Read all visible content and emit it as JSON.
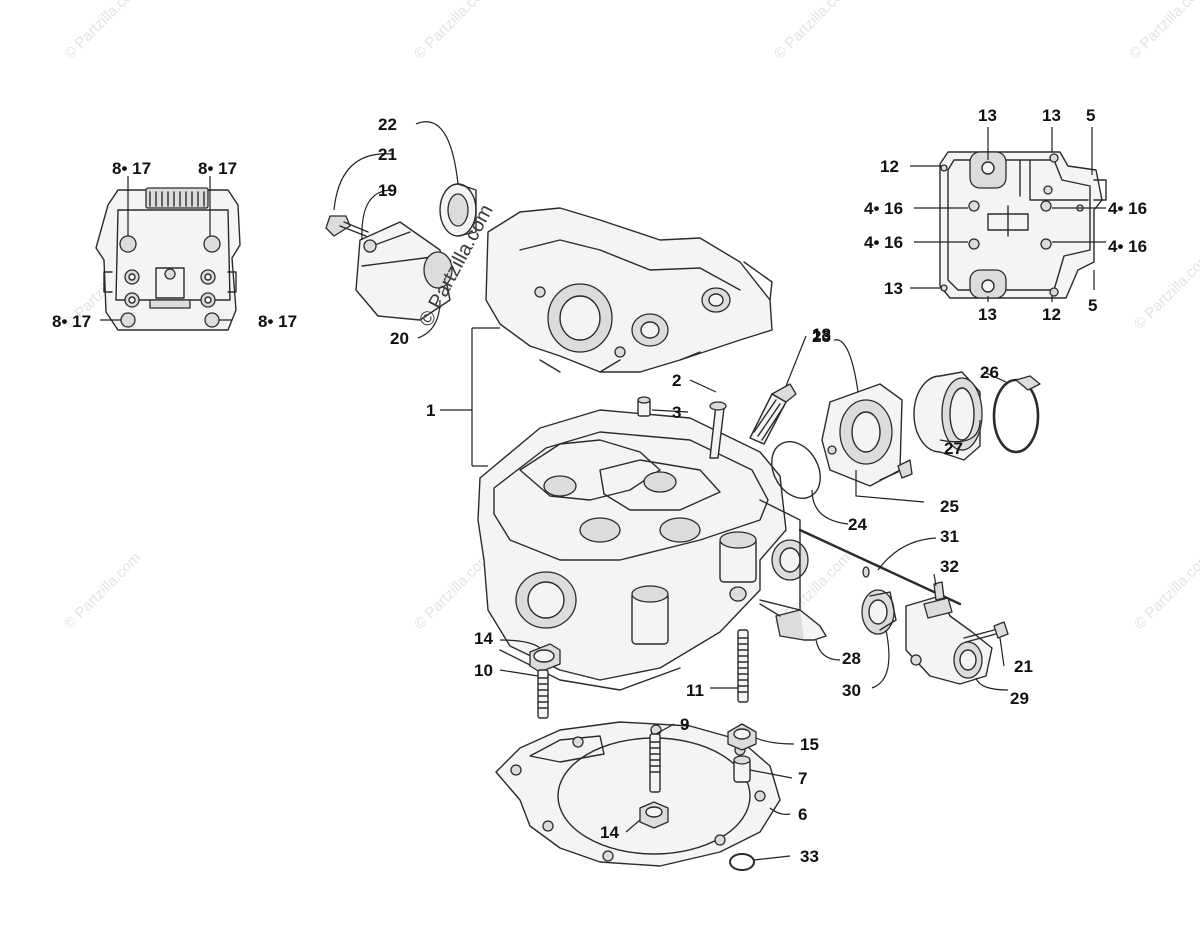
{
  "watermark": {
    "repeat_text": "© Partzilla.com",
    "main_text": "© Partzilla.com"
  },
  "callouts": {
    "c1": "1",
    "c2": "2",
    "c3": "3",
    "c5a": "5",
    "c5b": "5",
    "c6": "6",
    "c7": "7",
    "c9": "9",
    "c10": "10",
    "c11": "11",
    "c12a": "12",
    "c12b": "12",
    "c13a": "13",
    "c13b": "13",
    "c13c": "13",
    "c13d": "13",
    "c14a": "14",
    "c14b": "14",
    "c15": "15",
    "c18": "18",
    "c19": "19",
    "c20": "20",
    "c21a": "21",
    "c21b": "21",
    "c22": "22",
    "c23": "23",
    "c24": "24",
    "c25": "25",
    "c26": "26",
    "c27": "27",
    "c28": "28",
    "c29": "29",
    "c30": "30",
    "c31": "31",
    "c32": "32",
    "c33": "33",
    "c8_17a": "8• 17",
    "c8_17b": "8• 17",
    "c8_17c": "8• 17",
    "c8_17d": "8• 17",
    "c4_16a": "4• 16",
    "c4_16b": "4• 16",
    "c4_16c": "4• 16",
    "c4_16d": "4• 16"
  }
}
